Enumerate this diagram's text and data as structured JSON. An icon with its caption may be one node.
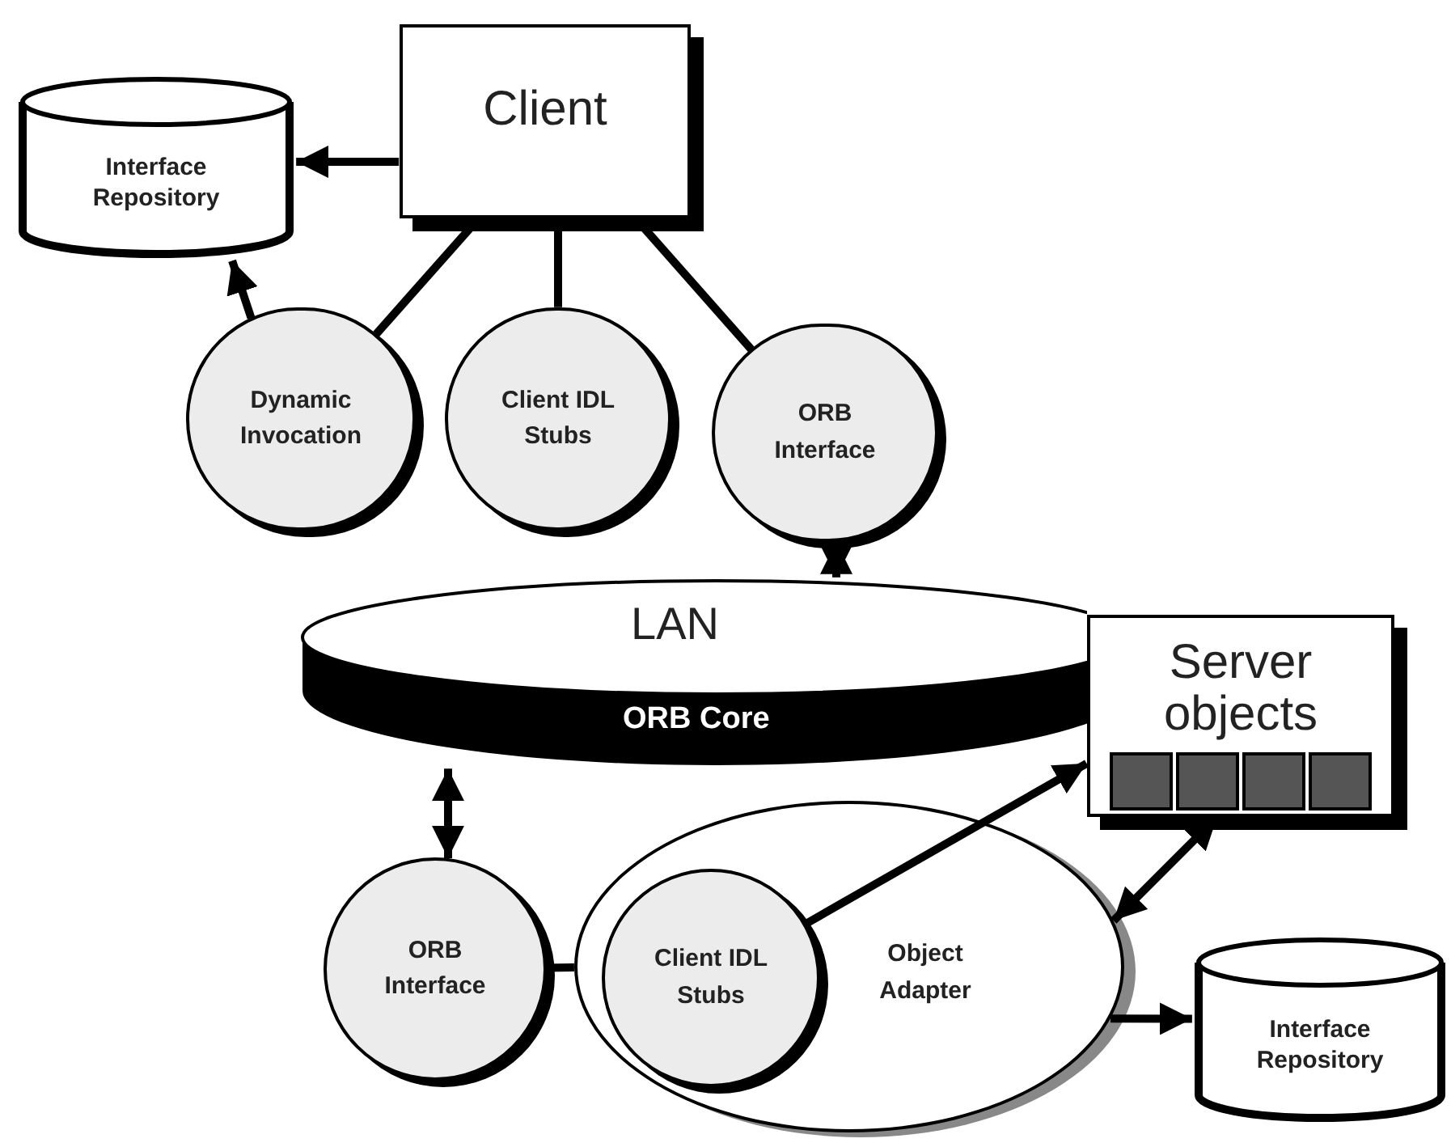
{
  "diagram": {
    "nodes": [
      {
        "text": [
          "Interface Repository"
        ]
      },
      {
        "text": [
          "Client"
        ]
      },
      {
        "text": [
          "Dynamic Invocation"
        ]
      },
      {
        "text": [
          "Client IDL Stubs"
        ]
      },
      {
        "text": [
          "ORB Interface"
        ]
      },
      {
        "text": [
          "LAN",
          "ORB Core"
        ]
      },
      {
        "text": [
          "Server objects"
        ]
      },
      {
        "text": [
          "ORB Interface"
        ]
      },
      {
        "text": [
          "Object Adapter"
        ]
      },
      {
        "text": [
          "Client IDL Stubs"
        ],
        "in": 8
      },
      {
        "text": [
          "Interface Repository"
        ]
      }
    ],
    "edges": [
      {
        "from": 1,
        "to": 0,
        "arrow": "to"
      },
      {
        "from": 2,
        "to": 0,
        "arrow": "to"
      },
      {
        "from": 1,
        "to": 2,
        "arrow": "none"
      },
      {
        "from": 1,
        "to": 3,
        "arrow": "none"
      },
      {
        "from": 1,
        "to": 4,
        "arrow": "none"
      },
      {
        "from": 4,
        "to": 5,
        "arrow": "both"
      },
      {
        "from": 5,
        "to": 7,
        "arrow": "both"
      },
      {
        "from": 9,
        "to": 6,
        "arrow": "to"
      },
      {
        "from": 8,
        "to": 6,
        "arrow": "both"
      },
      {
        "from": 8,
        "to": 10,
        "arrow": "to"
      },
      {
        "from": 7,
        "to": 8,
        "arrow": "none"
      }
    ]
  }
}
